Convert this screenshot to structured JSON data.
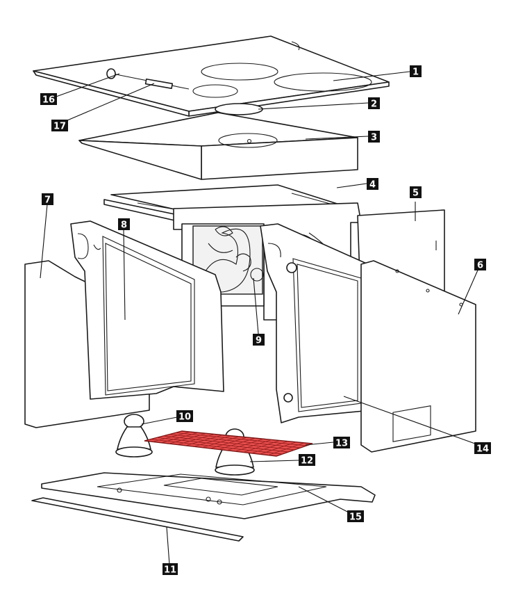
{
  "callouts": [
    {
      "id": "c1",
      "label": "1"
    },
    {
      "id": "c2",
      "label": "2"
    },
    {
      "id": "c3",
      "label": "3"
    },
    {
      "id": "c4",
      "label": "4"
    },
    {
      "id": "c5",
      "label": "5"
    },
    {
      "id": "c6",
      "label": "6"
    },
    {
      "id": "c7",
      "label": "7"
    },
    {
      "id": "c8",
      "label": "8"
    },
    {
      "id": "c9",
      "label": "9"
    },
    {
      "id": "c10",
      "label": "10"
    },
    {
      "id": "c11",
      "label": "11"
    },
    {
      "id": "c12",
      "label": "12"
    },
    {
      "id": "c13",
      "label": "13"
    },
    {
      "id": "c14",
      "label": "14"
    },
    {
      "id": "c15",
      "label": "15"
    },
    {
      "id": "c16",
      "label": "16"
    },
    {
      "id": "c17",
      "label": "17"
    }
  ],
  "colors": {
    "highlight_part": "#e8504f",
    "highlight_grid": "#9a1f1f",
    "callout_fill": "#111111",
    "callout_text": "#ffffff"
  },
  "highlighted_part": "13"
}
